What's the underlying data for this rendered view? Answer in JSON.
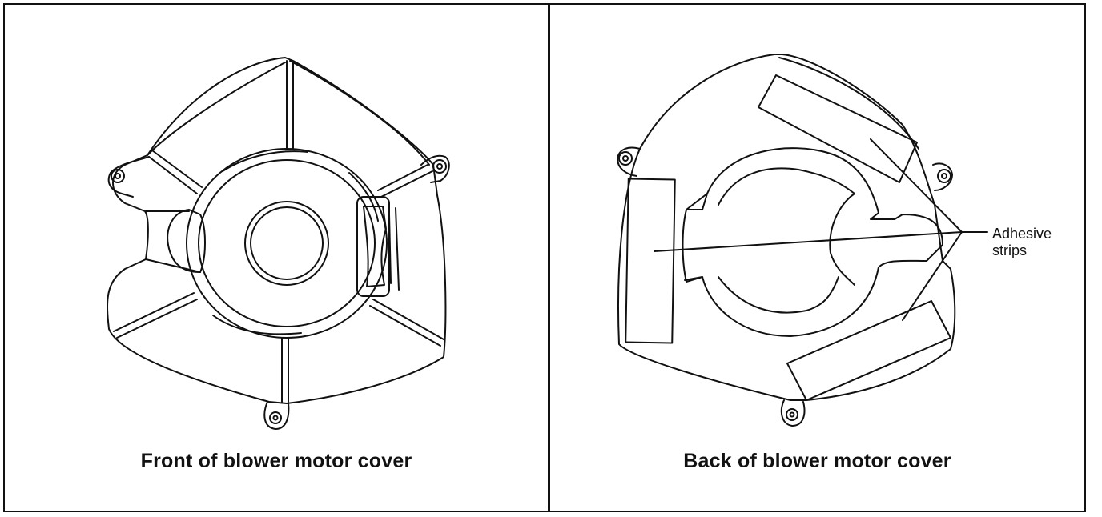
{
  "panels": {
    "front": {
      "caption": "Front of blower motor cover"
    },
    "back": {
      "caption": "Back of blower motor cover",
      "callout_line1": "Adhesive",
      "callout_line2": "strips"
    }
  },
  "colors": {
    "ink": "#111111",
    "paper": "#ffffff"
  }
}
